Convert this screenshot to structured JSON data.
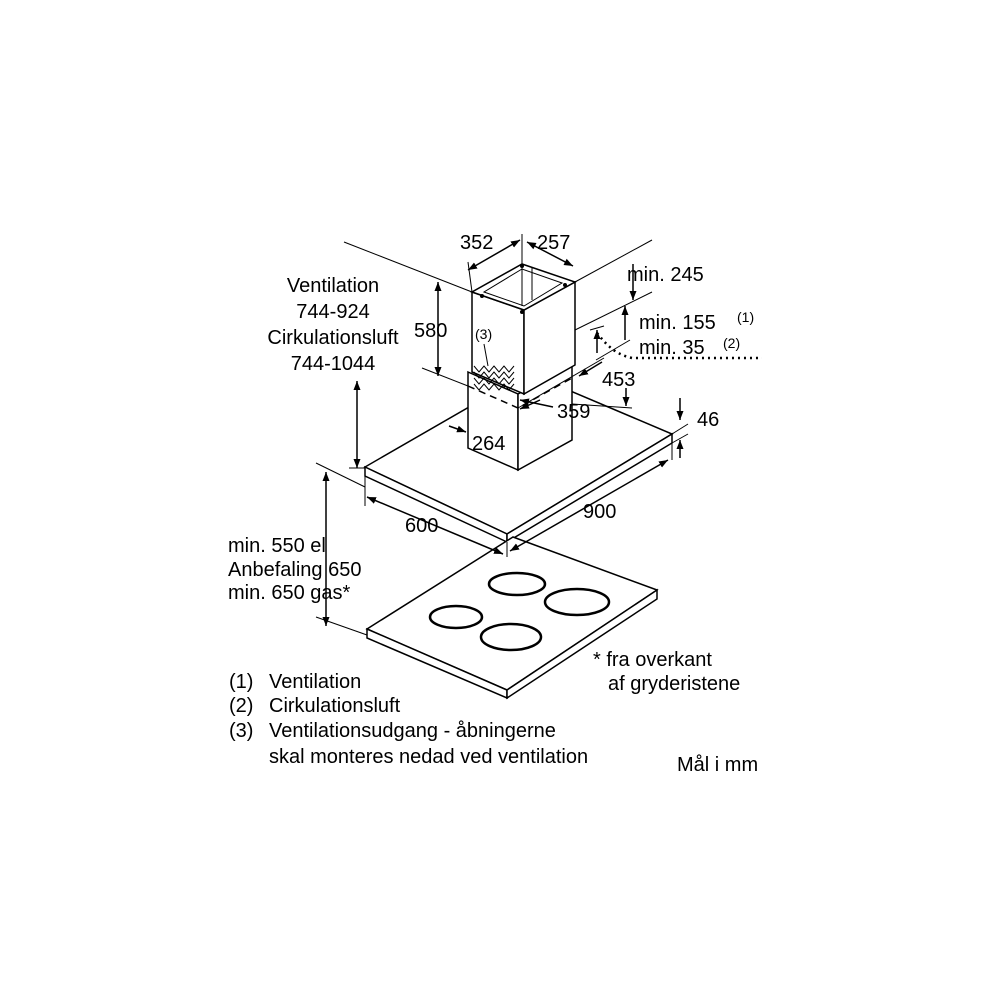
{
  "dimensions": {
    "chimney_width": "352",
    "chimney_depth": "257",
    "chimney_upper_height": "580",
    "min_245": "min. 245",
    "min_155": "min. 155",
    "min_155_ref": "(1)",
    "min_35": "min. 35",
    "min_35_ref": "(2)",
    "d453": "453",
    "d359": "359",
    "d264": "264",
    "canopy_height": "46",
    "canopy_width": "900",
    "canopy_depth": "600",
    "vent_marker": "(3)"
  },
  "height_range": {
    "ventilation_label": "Ventilation",
    "ventilation_value": "744-924",
    "circulation_label": "Cirkulationsluft",
    "circulation_value": "744-1044"
  },
  "clearance": {
    "line1": "min. 550 el",
    "line2": "Anbefaling 650",
    "line3": "min. 650 gas*"
  },
  "footnote": {
    "line1": "* fra overkant",
    "line2": "af gryderistene"
  },
  "legend": [
    {
      "num": "(1)",
      "text": "Ventilation"
    },
    {
      "num": "(2)",
      "text": "Cirkulationsluft"
    },
    {
      "num": "(3)",
      "text": "Ventilationsudgang - åbningerne"
    },
    {
      "num": "",
      "text": "skal monteres nedad ved ventilation"
    }
  ],
  "units": "Mål i mm"
}
